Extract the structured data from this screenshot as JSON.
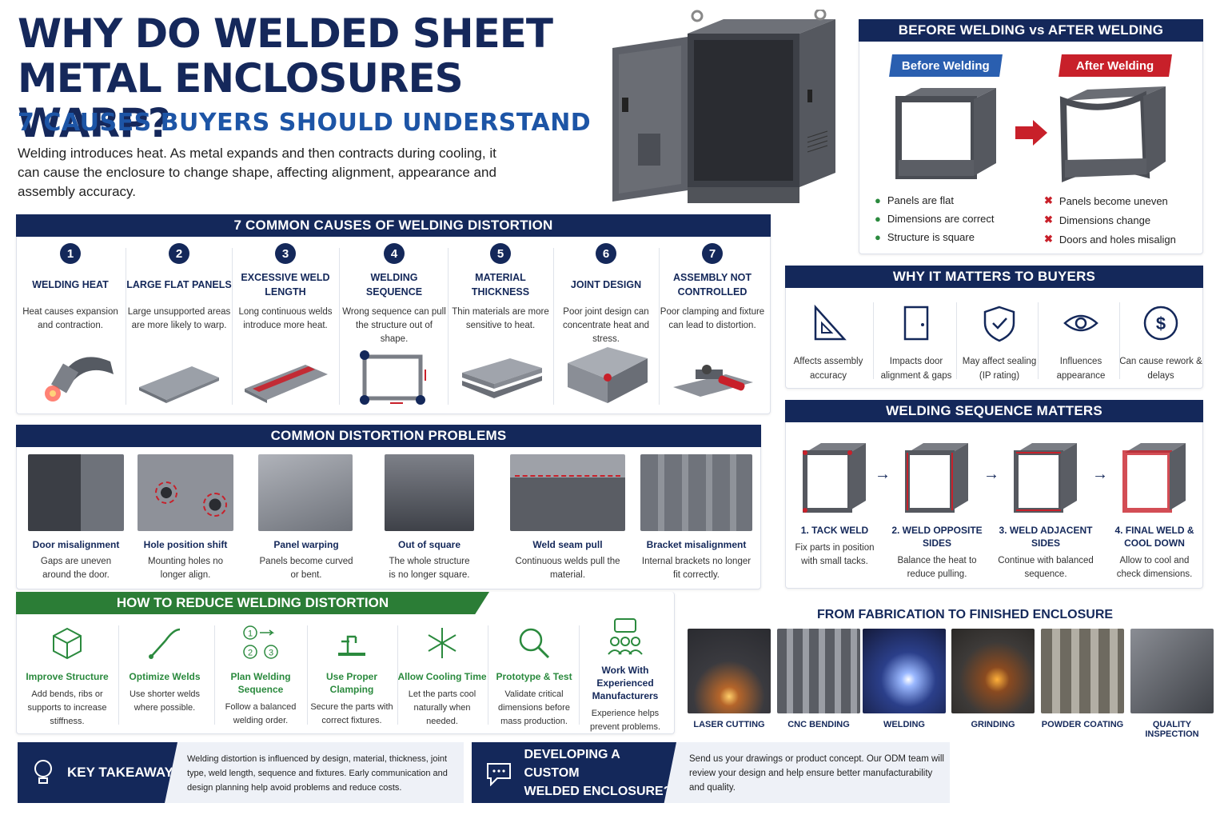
{
  "title_line1": "WHY DO WELDED SHEET",
  "title_line2": "METAL ENCLOSURES WARP?",
  "subtitle": "7 CAUSES BUYERS SHOULD UNDERSTAND",
  "intro": "Welding introduces heat. As metal expands and then contracts during cooling, it can cause the enclosure to change shape, affecting alignment, appearance and assembly accuracy.",
  "causes_header": "7 COMMON CAUSES OF WELDING DISTORTION",
  "causes": [
    {
      "num": "1",
      "title": "WELDING HEAT",
      "desc": "Heat causes expansion and contraction."
    },
    {
      "num": "2",
      "title": "LARGE FLAT PANELS",
      "desc": "Large unsupported areas are more likely to warp."
    },
    {
      "num": "3",
      "title": "EXCESSIVE WELD LENGTH",
      "desc": "Long continuous welds introduce more heat."
    },
    {
      "num": "4",
      "title": "WELDING SEQUENCE",
      "desc": "Wrong sequence can pull the structure out of shape."
    },
    {
      "num": "5",
      "title": "MATERIAL THICKNESS",
      "desc": "Thin materials are more sensitive to heat."
    },
    {
      "num": "6",
      "title": "JOINT DESIGN",
      "desc": "Poor joint design can concentrate heat and stress."
    },
    {
      "num": "7",
      "title": "ASSEMBLY NOT CONTROLLED",
      "desc": "Poor clamping and fixture can lead to distortion."
    }
  ],
  "problems_header": "COMMON DISTORTION PROBLEMS",
  "problems": [
    {
      "title": "Door misalignment",
      "desc": "Gaps are uneven around the door."
    },
    {
      "title": "Hole position shift",
      "desc": "Mounting holes no longer align."
    },
    {
      "title": "Panel warping",
      "desc": "Panels become curved or bent."
    },
    {
      "title": "Out of square",
      "desc": "The whole structure is no longer square."
    },
    {
      "title": "Weld seam pull",
      "desc": "Continuous welds pull the material."
    },
    {
      "title": "Bracket misalignment",
      "desc": "Internal brackets no longer fit correctly."
    }
  ],
  "reduce_header": "HOW TO REDUCE WELDING DISTORTION",
  "methods": [
    {
      "title": "Improve Structure",
      "desc": "Add bends, ribs or supports to increase stiffness.",
      "icon": "cube-icon"
    },
    {
      "title": "Optimize Welds",
      "desc": "Use shorter welds where possible.",
      "icon": "welding-torch-icon"
    },
    {
      "title": "Plan Welding Sequence",
      "desc": "Follow a balanced welding order.",
      "icon": "sequence-icon"
    },
    {
      "title": "Use Proper Clamping",
      "desc": "Secure the parts with correct fixtures.",
      "icon": "clamp-icon"
    },
    {
      "title": "Allow Cooling Time",
      "desc": "Let the parts cool naturally when needed.",
      "icon": "snowflake-icon"
    },
    {
      "title": "Prototype & Test",
      "desc": "Validate critical dimensions before mass production.",
      "icon": "magnifier-icon"
    },
    {
      "title": "Work With Experienced Manufacturers",
      "desc": "Experience helps prevent problems.",
      "icon": "team-icon"
    }
  ],
  "sequence_glyphs": {
    "one": "1",
    "two": "2",
    "three": "3"
  },
  "before_after_header": "BEFORE WELDING vs AFTER WELDING",
  "before_label": "Before Welding",
  "after_label": "After Welding",
  "before_points": [
    "Panels are flat",
    "Dimensions are correct",
    "Structure is square"
  ],
  "after_points": [
    "Panels become uneven",
    "Dimensions change",
    "Doors and holes misalign"
  ],
  "why_header": "WHY IT MATTERS TO BUYERS",
  "why_items": [
    {
      "desc": "Affects assembly accuracy",
      "icon": "ruler-triangle-icon"
    },
    {
      "desc": "Impacts door alignment & gaps",
      "icon": "door-icon"
    },
    {
      "desc": "May affect sealing (IP rating)",
      "icon": "shield-check-icon"
    },
    {
      "desc": "Influences appearance",
      "icon": "eye-icon"
    },
    {
      "desc": "Can cause rework & delays",
      "icon": "dollar-icon"
    }
  ],
  "dollar_glyph": "$",
  "sequence_header": "WELDING SEQUENCE MATTERS",
  "sequence_steps": [
    {
      "title": "1. TACK WELD",
      "desc": "Fix parts in position with small tacks."
    },
    {
      "title": "2. WELD OPPOSITE SIDES",
      "desc": "Balance the heat to reduce pulling."
    },
    {
      "title": "3. WELD ADJACENT SIDES",
      "desc": "Continue with balanced sequence."
    },
    {
      "title": "4. FINAL WELD & COOL DOWN",
      "desc": "Allow to cool and check dimensions."
    }
  ],
  "fab_header": "FROM FABRICATION TO FINISHED ENCLOSURE",
  "fab_steps": [
    "LASER CUTTING",
    "CNC BENDING",
    "WELDING",
    "GRINDING",
    "POWDER COATING",
    "QUALITY INSPECTION"
  ],
  "takeaway_label": "KEY TAKEAWAY",
  "takeaway_text": "Welding distortion is influenced by design, material, thickness, joint type, weld length, sequence and fixtures. Early communication and design planning help avoid problems and reduce costs.",
  "custom_label_1": "DEVELOPING A CUSTOM",
  "custom_label_2": "WELDED ENCLOSURE?",
  "custom_text": "Send us your drawings or product concept. Our ODM team will review your design and help ensure better manufacturability and quality.",
  "colors": {
    "navy": "#14285a",
    "blue": "#1d55a6",
    "green": "#2b8a3e",
    "red": "#c8202a"
  }
}
